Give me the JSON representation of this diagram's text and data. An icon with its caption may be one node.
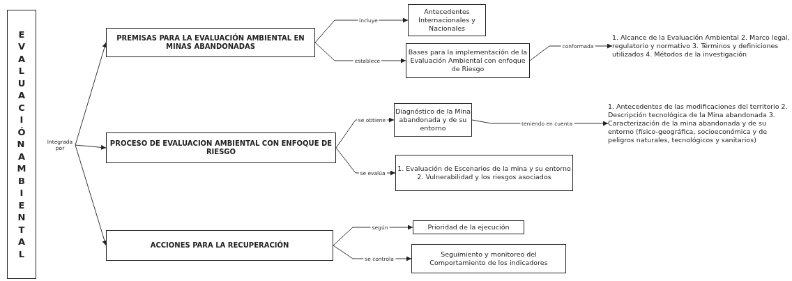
{
  "diagram": {
    "nodes": [
      {
        "text": [
          "EVALUACIÓN AMBIENTAL"
        ]
      },
      {
        "text": [
          "Integrada por"
        ]
      },
      {
        "text": [
          "PREMISAS PARA LA EVALUACIÓN AMBIENTAL EN MINAS ABANDONADAS"
        ]
      },
      {
        "text": [
          "Antecedentes Internacionales y Nacionales"
        ]
      },
      {
        "text": [
          "Bases para la implementación de la Evaluación Ambiental con enfoque de Riesgo"
        ]
      },
      {
        "text": [
          "1. Alcance de la Evaluación Ambiental 2. Marco legal, regulatorio y normativo 3. Términos y definiciones utilizados 4. Métodos de la investigación"
        ]
      },
      {
        "text": [
          "PROCESO DE EVALUACION AMBIENTAL CON ENFOQUE DE RIESGO"
        ]
      },
      {
        "text": [
          "Diagnóstico de la Mina abandonada y de su entorno"
        ]
      },
      {
        "text": [
          "1. Antecedentes de las modificaciones del territorio 2. Descripción tecnológica de la Mina abandonada 3. Caracterización de la mina abandonada y de su entorno (físico-geográfica, socioeconómica y de peligros naturales, tecnológicos y sanitarios)"
        ]
      },
      {
        "text": [
          "1. Evaluación de Escenarios de la mina y su entorno 2. Vulnerabilidad y los riesgos asociados"
        ]
      },
      {
        "text": [
          "ACCIONES PARA LA RECUPERACIÓN"
        ]
      },
      {
        "text": [
          "Prioridad de la ejecución"
        ]
      },
      {
        "text": [
          "Seguimiento y monitoreo del Comportamiento de los indicadores"
        ]
      }
    ],
    "edges": [
      {
        "from": 1,
        "to": 2,
        "arrow": "to"
      },
      {
        "from": 1,
        "to": 6,
        "arrow": "to"
      },
      {
        "from": 1,
        "to": 10,
        "arrow": "to"
      },
      {
        "from": 2,
        "to": 3,
        "arrow": "to",
        "label": "incluye"
      },
      {
        "from": 2,
        "to": 4,
        "arrow": "to",
        "label": "establece"
      },
      {
        "from": 4,
        "to": 5,
        "arrow": "to",
        "label": "conformada"
      },
      {
        "from": 6,
        "to": 7,
        "arrow": "to",
        "label": "se obtiene"
      },
      {
        "from": 7,
        "to": 8,
        "arrow": "to",
        "label": "teniendo en cuenta"
      },
      {
        "from": 6,
        "to": 9,
        "arrow": "to",
        "label": "se evalúa"
      },
      {
        "from": 10,
        "to": 11,
        "arrow": "to",
        "label": "según"
      },
      {
        "from": 10,
        "to": 12,
        "arrow": "to",
        "label": "se controla"
      }
    ]
  }
}
